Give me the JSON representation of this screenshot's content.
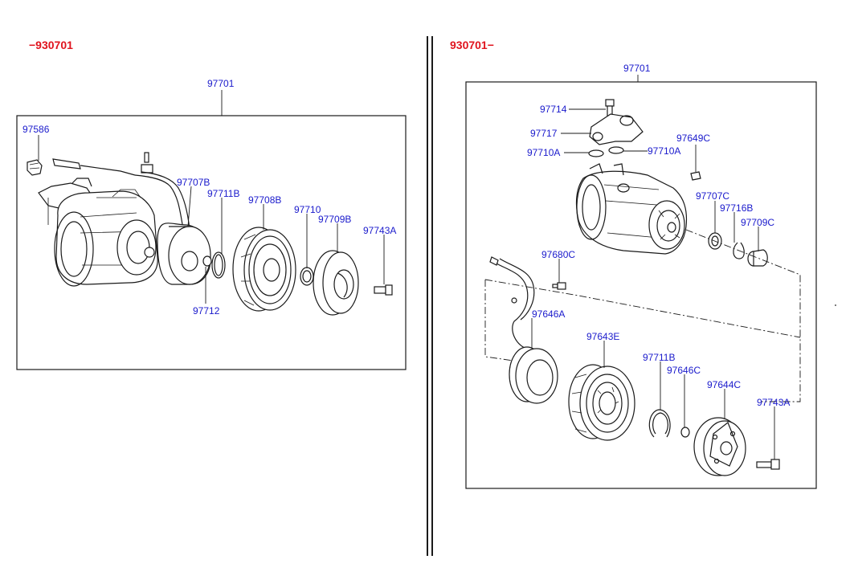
{
  "colors": {
    "header": "#e0141e",
    "label": "#1a1acc",
    "ink": "#1a1a1a"
  },
  "left": {
    "header": "−930701",
    "assembly": "97701",
    "parts": {
      "p97586": "97586",
      "p97707B": "97707B",
      "p97711B": "97711B",
      "p97708B": "97708B",
      "p97710": "97710",
      "p97709B": "97709B",
      "p97743A": "97743A",
      "p97712": "97712"
    }
  },
  "right": {
    "header": "930701−",
    "assembly": "97701",
    "parts": {
      "p97714": "97714",
      "p97717": "97717",
      "p97710A_l": "97710A",
      "p97710A_r": "97710A",
      "p97649C": "97649C",
      "p97707C": "97707C",
      "p97716B": "97716B",
      "p97709C": "97709C",
      "p97680C": "97680C",
      "p97646A": "97646A",
      "p97643E": "97643E",
      "p97711B": "97711B",
      "p97646C": "97646C",
      "p97644C": "97644C",
      "p97743A": "97743A"
    }
  }
}
